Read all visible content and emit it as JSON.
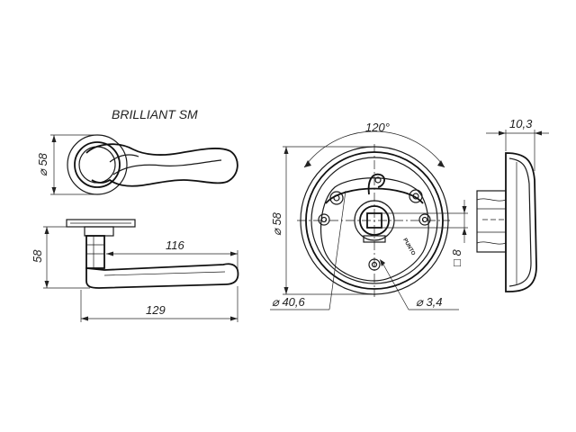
{
  "title": "BRILLIANT SM",
  "dimensions": {
    "rose_diameter": "58",
    "height_side": "58",
    "lever_length_inner": "116",
    "lever_length_total": "129",
    "angle": "120°",
    "plate_diameter": "58",
    "thickness": "10,3",
    "square_spindle": "8",
    "hole_circle": "40,6",
    "screw_hole": "3,4"
  },
  "symbols": {
    "diameter": "⌀",
    "square": "□"
  },
  "brand_mark": "PUNTO"
}
